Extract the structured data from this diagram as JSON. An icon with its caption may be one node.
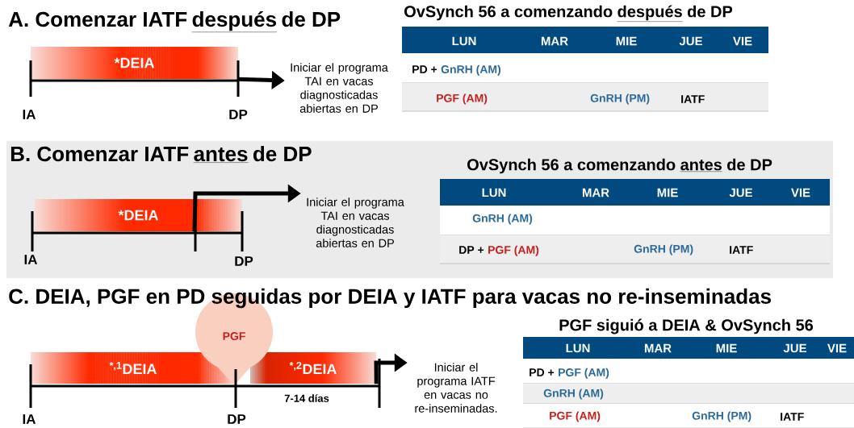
{
  "diagram": {
    "nodes": [
      {
        "text": [
          "*DEIA"
        ]
      },
      {
        "text": [
          "Iniciar el programa TAI en vacas diagnosticadas abiertas en DP"
        ]
      },
      {
        "text": [
          "*DEIA"
        ]
      },
      {
        "text": [
          "Iniciar el programa TAI en vacas diagnosticadas abiertas en DP"
        ]
      },
      {
        "text": [
          "$^{*,1}$DEIA"
        ]
      },
      {
        "text": [
          "PGF"
        ]
      },
      {
        "text": [
          "$^{*,2}$DEIA"
        ]
      },
      {
        "text": [
          "Iniciar el programa IATF en vacas no re-inseminadas."
        ]
      }
    ],
    "edges": [
      {
        "from": 0,
        "to": 1,
        "arrow": "to"
      },
      {
        "from": 2,
        "to": 3,
        "arrow": "to"
      },
      {
        "from": 6,
        "to": 7,
        "arrow": "to"
      }
    ],
    "labels": [
      "A. Comenzar IATF",
      "después",
      "de DP",
      "OvSynch 56 a comenzando",
      "después",
      "de DP",
      "LUN",
      "MAR",
      "MIE",
      "JUE",
      "VIE",
      "PD +",
      "GnRH (AM)",
      "PGF (AM)",
      "GnRH (PM)",
      "IATF",
      "IA",
      "DP",
      "B. Comenzar IATF",
      "antes",
      "de DP",
      "OvSynch 56 a comenzando",
      "antes",
      "de DP",
      "LUN",
      "MAR",
      "MIE",
      "JUE",
      "VIE",
      "GnRH (AM)",
      "DP +",
      "PGF (AM)",
      "GnRH (PM)",
      "IATF",
      "IA",
      "DP",
      "C. DEIA, PGF en PD seguidas por DEIA y IATF para vacas no re-inseminadas",
      "PGF siguió a DEIA & OvSynch 56",
      "LUN",
      "MAR",
      "MIE",
      "JUE",
      "VIE",
      "PD +",
      "PGF (AM)",
      "7-14 días",
      "GnRH (AM)",
      "IA",
      "DP",
      "PGF (AM)",
      "GnRH (PM)",
      "IATF"
    ]
  }
}
